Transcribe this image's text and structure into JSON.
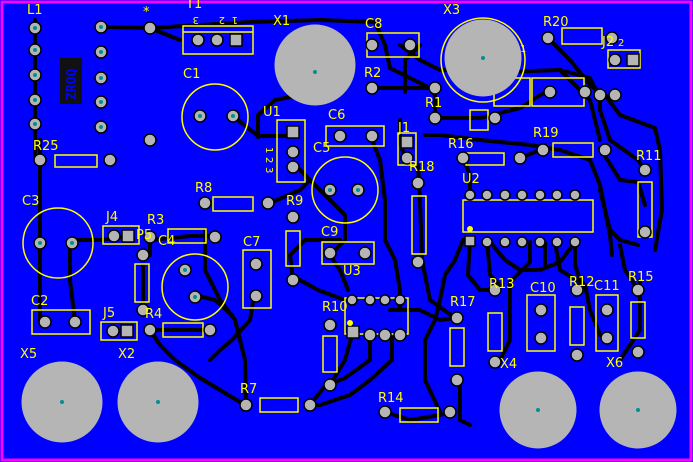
{
  "board": {
    "background_color": "#0000ff",
    "border_color": "#ff00ff",
    "trace_color": "#000000",
    "silk_color": "#ffff00",
    "pad_color": "#b5b5b5",
    "hole_color": "#009090",
    "badge_text": "ZROQ"
  },
  "components": {
    "labels": [
      "L1",
      "T1",
      "X1",
      "C8",
      "X3",
      "R20",
      "J2",
      "C1",
      "R2",
      "R1",
      "U1",
      "C6",
      "J1",
      "R16",
      "R19",
      "R25",
      "C5",
      "R18",
      "R11",
      "U2",
      "C3",
      "R8",
      "R9",
      "J4",
      "R3",
      "P5",
      "C4",
      "C7",
      "C9",
      "U3",
      "C2",
      "R10",
      "R17",
      "R13",
      "C10",
      "R12",
      "C11",
      "R15",
      "J5",
      "R4",
      "X2",
      "X5",
      "X4",
      "X6",
      "R7",
      "R14"
    ]
  },
  "pin_labels": {
    "t1": [
      "3",
      "2",
      "1"
    ],
    "u1": [
      "1",
      "2",
      "3"
    ],
    "x3_pin": "1",
    "j2_pin": "2",
    "star": "*"
  }
}
